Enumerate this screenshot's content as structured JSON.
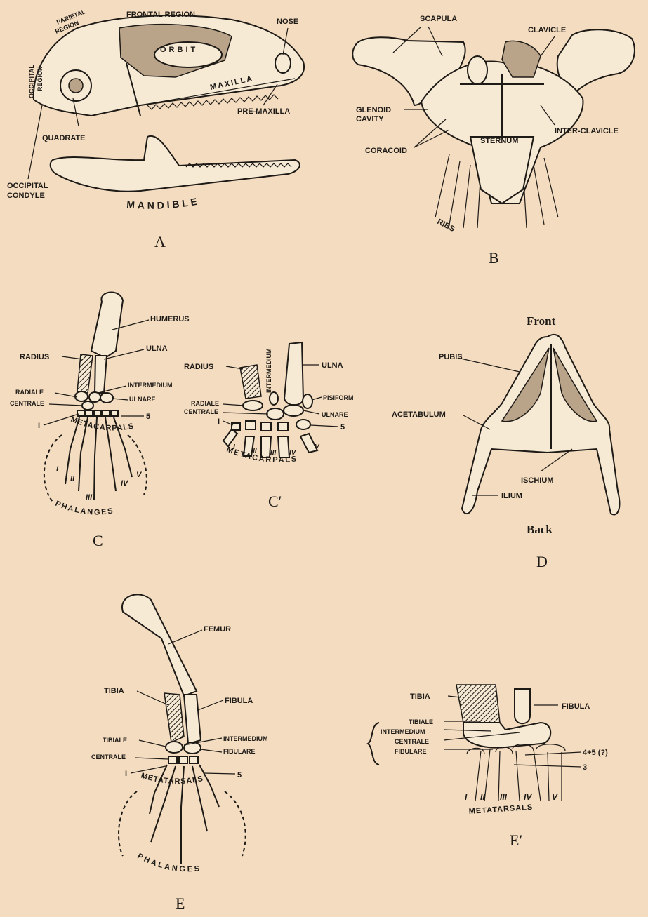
{
  "figures": {
    "A": {
      "caption": "A",
      "labels": {
        "parietal": "PARIETAL",
        "parietal2": "REGION",
        "frontal": "FRONTAL REGION",
        "nose": "NOSE",
        "occipital": "OCCIPITAL",
        "occipital2": "REGION",
        "orbit": "ORBIT",
        "maxilla": "MAXILLA",
        "premaxilla": "PRE-MAXILLA",
        "quadrate": "QUADRATE",
        "condyle": "OCCIPITAL",
        "condyle2": "CONDYLE",
        "mandible": "MANDIBLE"
      }
    },
    "B": {
      "caption": "B",
      "labels": {
        "scapula": "SCAPULA",
        "clavicle": "CLAVICLE",
        "glenoid": "GLENOID",
        "glenoid2": "CAVITY",
        "coracoid": "CORACOID",
        "sternum": "STERNUM",
        "interclavicle": "INTER-CLAVICLE",
        "ribs": "RIBS"
      }
    },
    "C": {
      "caption": "C",
      "labels": {
        "humerus": "HUMERUS",
        "radius": "RADIUS",
        "ulna": "ULNA",
        "intermedium": "INTERMEDIUM",
        "radiale": "RADIALE",
        "centrale": "CENTRALE",
        "ulnare": "ULNARE",
        "digit1": "I",
        "digit5": "5",
        "metacarpals": "METACARPALS",
        "phalanges": "PHALANGES",
        "roman": [
          "I",
          "II",
          "III",
          "IV",
          "V"
        ]
      }
    },
    "C2": {
      "caption": "C′",
      "labels": {
        "radius": "RADIUS",
        "intermedium": "INTERMEDIUM",
        "ulna": "ULNA",
        "radiale": "RADIALE",
        "centrale": "CENTRALE",
        "pisiform": "PISIFORM",
        "ulnare": "ULNARE",
        "digit1": "I",
        "digit5": "5",
        "metacarpals": "METACARPALS",
        "roman": [
          "I",
          "II",
          "III",
          "IV",
          "V"
        ]
      }
    },
    "D": {
      "caption": "D",
      "front": "Front",
      "back": "Back",
      "labels": {
        "pubis": "PUBIS",
        "acetabulum": "ACETABULUM",
        "ischium": "ISCHIUM",
        "ilium": "ILIUM"
      }
    },
    "E": {
      "caption": "E",
      "labels": {
        "femur": "FEMUR",
        "tibia": "TIBIA",
        "fibula": "FIBULA",
        "tibiale": "TIBIALE",
        "intermedium": "INTERMEDIUM",
        "centrale": "CENTRALE",
        "fibulare": "FIBULARE",
        "digit1": "I",
        "digit5": "5",
        "metatarsals": "METATARSALS",
        "phalanges": "PHALANGES"
      }
    },
    "E2": {
      "caption": "E′",
      "labels": {
        "tibia": "TIBIA",
        "fibula": "FIBULA",
        "tibiale": "TIBIALE",
        "intermedium": "INTERMEDIUM",
        "centrale": "CENTRALE",
        "fibulare": "FIBULARE",
        "fourfive": "4+5 (?)",
        "three": "3",
        "metatarsals": "METATARSALS",
        "roman": [
          "I",
          "II",
          "III",
          "IV",
          "V"
        ]
      }
    }
  },
  "colors": {
    "paper": "#f3dcc0",
    "ink": "#1e1a16",
    "bone": "#f7ead5",
    "shading": "#b9a48a"
  }
}
